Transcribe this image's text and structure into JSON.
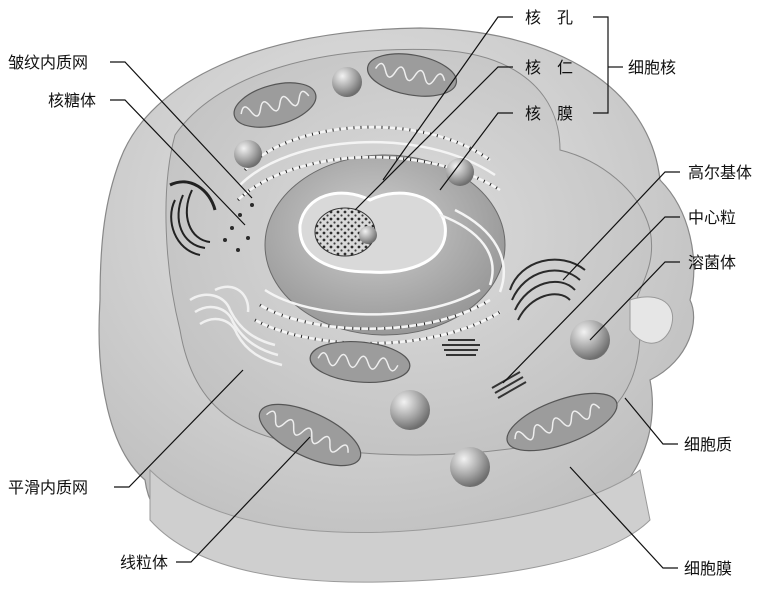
{
  "labels": {
    "nuclear_pore": "核　孔",
    "nucleolus": "核　仁",
    "nuclear_envelope": "核　膜",
    "nucleus_group": "细胞核",
    "rough_er": "皱纹内质网",
    "ribosome": "核糖体",
    "golgi": "高尔基体",
    "centriole": "中心粒",
    "lysosome": "溶菌体",
    "cytoplasm": "细胞质",
    "cell_membrane": "细胞膜",
    "smooth_er": "平滑内质网",
    "mitochondrion": "线粒体"
  }
}
